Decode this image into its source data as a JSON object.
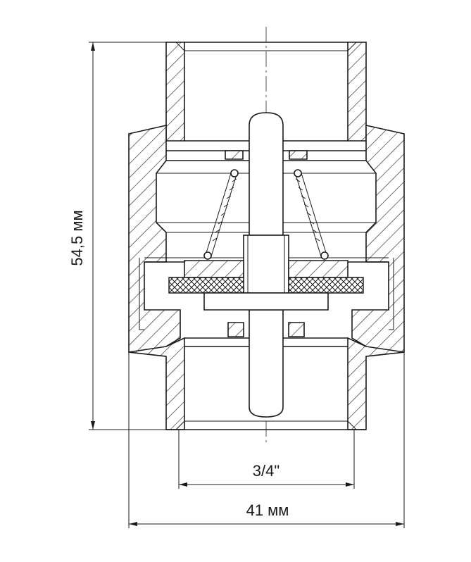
{
  "dimensions": {
    "height_label": "54,5 мм",
    "thread_label": "3/4\"",
    "width_label": "41 мм"
  },
  "colors": {
    "line": "#1a1a1a",
    "background": "#ffffff"
  }
}
